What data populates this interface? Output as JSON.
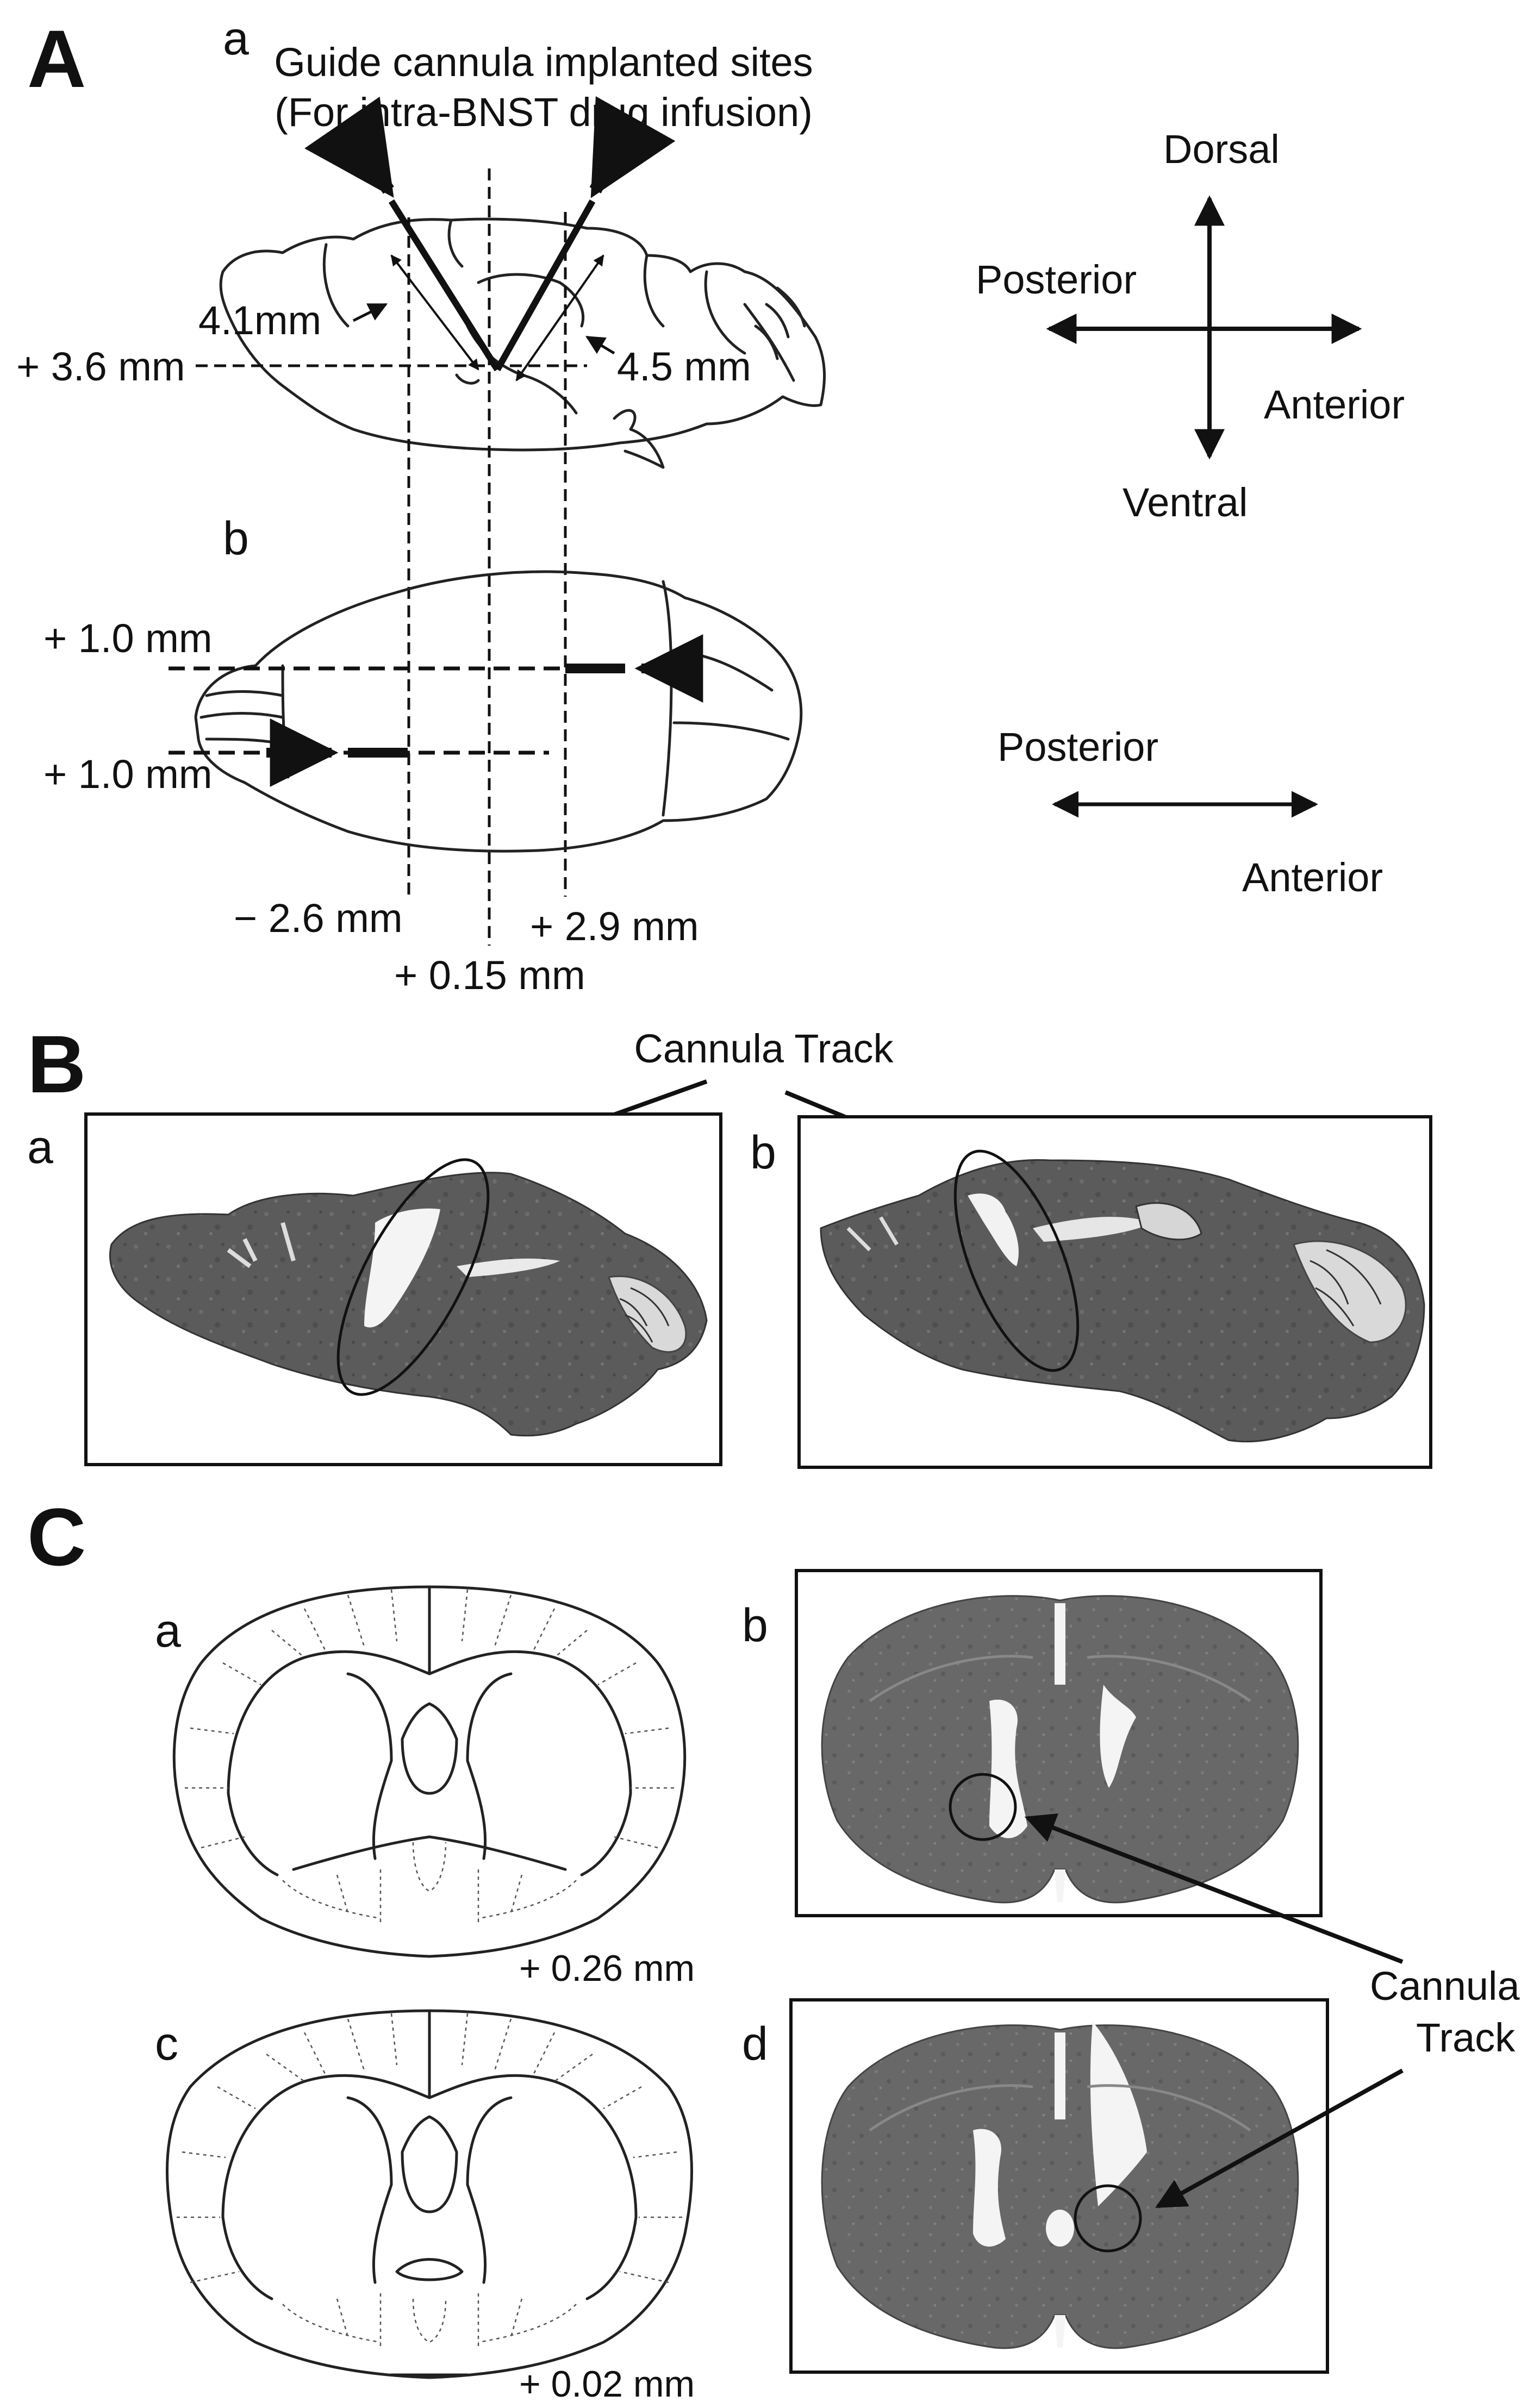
{
  "panels": {
    "A": {
      "label": "A",
      "sub_a": "a",
      "sub_b": "b",
      "title_line1": "Guide cannula implanted sites",
      "title_line2": "(For intra-BNST drug infusion)",
      "depth_left": "4.1mm",
      "depth_right": "4.5 mm",
      "dv_level": "+ 3.6 mm",
      "lateral_top": "+ 1.0 mm",
      "lateral_bottom": "+ 1.0 mm",
      "ap_left": "− 2.6 mm",
      "ap_mid": "+ 0.15 mm",
      "ap_right": "+ 2.9 mm",
      "compass1": {
        "up": "Dorsal",
        "left": "Posterior",
        "right": "Anterior",
        "down": "Ventral"
      },
      "compass2": {
        "left": "Posterior",
        "right": "Anterior"
      }
    },
    "B": {
      "label": "B",
      "sub_a": "a",
      "sub_b": "b",
      "annotation": "Cannula Track"
    },
    "C": {
      "label": "C",
      "sub_a": "a",
      "sub_b": "b",
      "sub_c": "c",
      "sub_d": "d",
      "level_a": "+ 0.26 mm",
      "level_c": "+ 0.02 mm",
      "annotation_line1": "Cannula",
      "annotation_line2": "Track"
    }
  }
}
